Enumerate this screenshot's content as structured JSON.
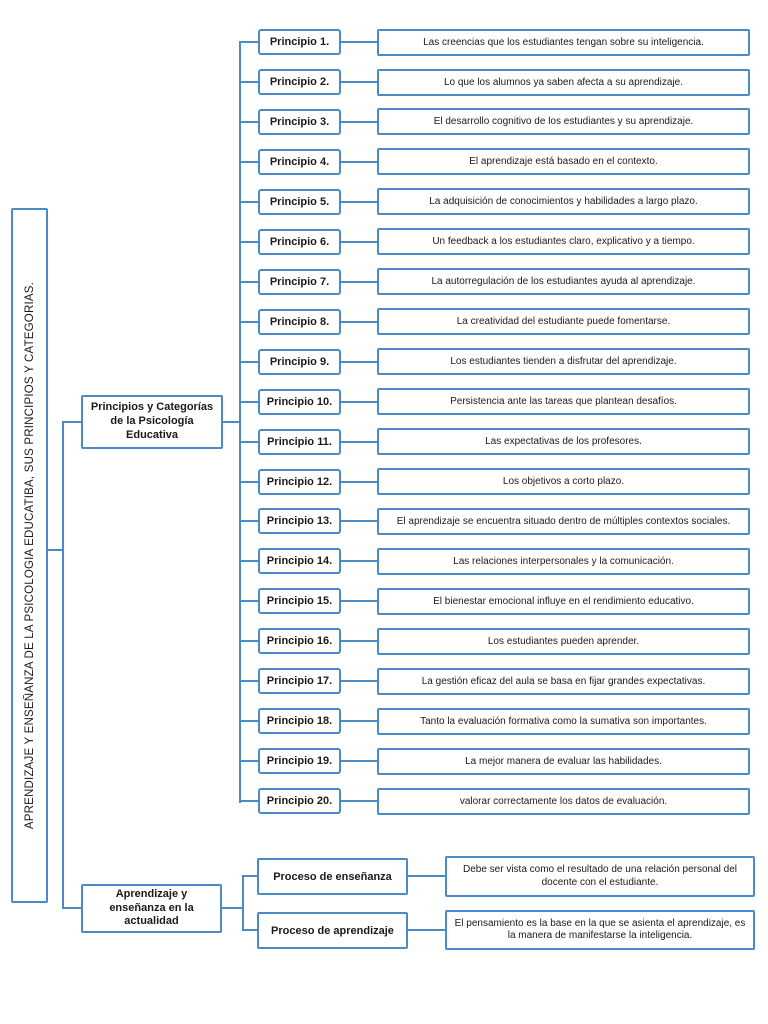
{
  "root": {
    "title": "APRENDIZAJE Y ENSEÑANZA DE LA PSICOLOGIA EDUCATIBA, SUS PRINCIPIOS Y CATEGORIAS."
  },
  "branches": {
    "principios_label": "Principios y Categorías de la Psicología Educativa",
    "actualidad_label": "Aprendizaje y enseñanza en la actualidad"
  },
  "principios": [
    {
      "label": "Principio 1.",
      "description": "Las creencias que los estudiantes tengan sobre su inteligencia."
    },
    {
      "label": "Principio 2.",
      "description": "Lo que los alumnos ya saben afecta a su aprendizaje."
    },
    {
      "label": "Principio 3.",
      "description": "El desarrollo cognitivo de los estudiantes y su aprendizaje."
    },
    {
      "label": "Principio 4.",
      "description": "El aprendizaje está basado en el contexto."
    },
    {
      "label": "Principio 5.",
      "description": "La adquisición de conocimientos y habilidades a largo plazo."
    },
    {
      "label": "Principio 6.",
      "description": "Un feedback a los estudiantes claro, explicativo y a tiempo."
    },
    {
      "label": "Principio 7.",
      "description": "La autorregulación de los estudiantes ayuda al aprendizaje."
    },
    {
      "label": "Principio 8.",
      "description": "La creatividad del estudiante puede fomentarse."
    },
    {
      "label": "Principio 9.",
      "description": "Los estudiantes tienden a disfrutar del aprendizaje."
    },
    {
      "label": "Principio 10.",
      "description": "Persistencia ante las tareas que plantean desafíos."
    },
    {
      "label": "Principio 11.",
      "description": "Las expectativas de los profesores."
    },
    {
      "label": "Principio 12.",
      "description": "Los objetivos a corto plazo."
    },
    {
      "label": "Principio 13.",
      "description": "El aprendizaje se encuentra situado dentro de múltiples contextos sociales."
    },
    {
      "label": "Principio 14.",
      "description": "Las relaciones interpersonales y la comunicación."
    },
    {
      "label": "Principio 15.",
      "description": "El bienestar emocional influye en el rendimiento educativo."
    },
    {
      "label": "Principio 16.",
      "description": "Los estudiantes pueden aprender."
    },
    {
      "label": "Principio 17.",
      "description": "La gestión eficaz del aula se basa en fijar grandes expectativas."
    },
    {
      "label": "Principio 18.",
      "description": "Tanto la evaluación formativa como la sumativa son importantes."
    },
    {
      "label": "Principio 19.",
      "description": "La mejor manera de evaluar las habilidades."
    },
    {
      "label": "Principio 20.",
      "description": "valorar correctamente los datos de evaluación."
    }
  ],
  "procesos": [
    {
      "label": "Proceso de enseñanza",
      "description": "Debe ser vista como el resultado de una relación personal del docente con el estudiante."
    },
    {
      "label": "Proceso de aprendizaje",
      "description": "El pensamiento es la base en la que se asienta el aprendizaje, es la manera de manifestarse la inteligencia."
    }
  ],
  "colors": {
    "line": "#4a8ac6",
    "text": "#1a1a1a",
    "background": "#ffffff"
  }
}
